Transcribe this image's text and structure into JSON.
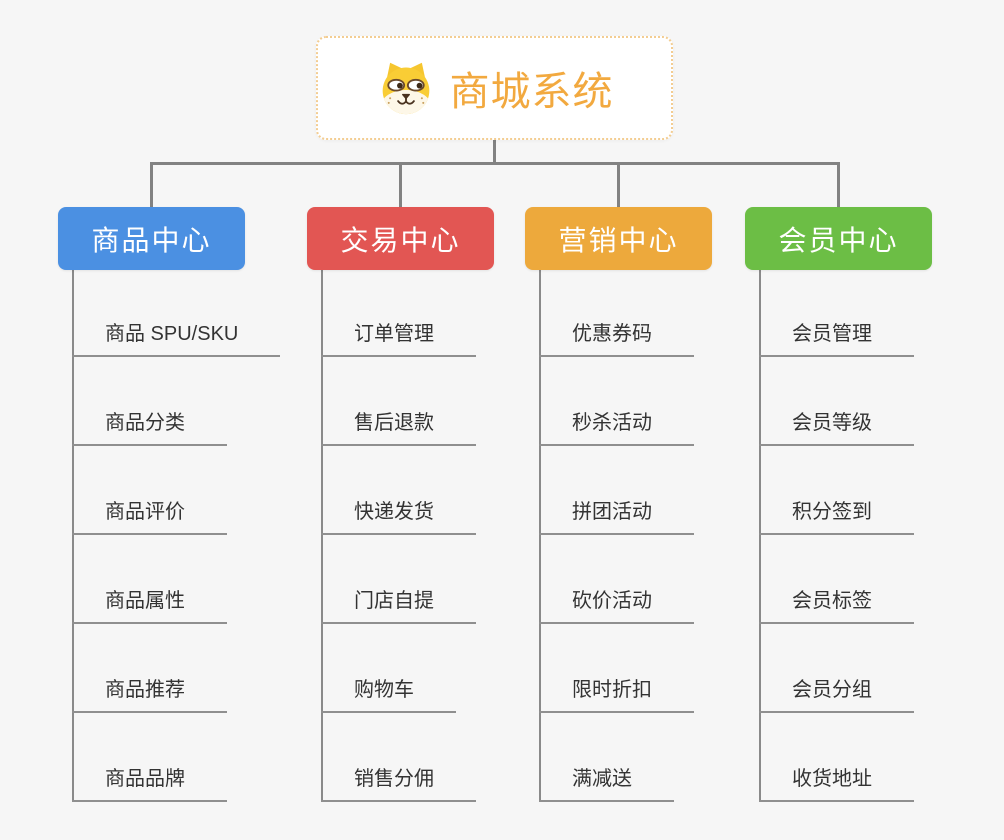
{
  "root": {
    "title": "商城系统",
    "icon": "dog-face-icon"
  },
  "branches": [
    {
      "label": "商品中心",
      "color": "#4b90e2",
      "items": [
        "商品 SPU/SKU",
        "商品分类",
        "商品评价",
        "商品属性",
        "商品推荐",
        "商品品牌"
      ]
    },
    {
      "label": "交易中心",
      "color": "#e25653",
      "items": [
        "订单管理",
        "售后退款",
        "快递发货",
        "门店自提",
        "购物车",
        "销售分佣"
      ]
    },
    {
      "label": "营销中心",
      "color": "#eda93c",
      "items": [
        "优惠券码",
        "秒杀活动",
        "拼团活动",
        "砍价活动",
        "限时折扣",
        "满减送"
      ]
    },
    {
      "label": "会员中心",
      "color": "#6cbe45",
      "items": [
        "会员管理",
        "会员等级",
        "积分签到",
        "会员标签",
        "会员分组",
        "收货地址"
      ]
    }
  ],
  "colors": {
    "root_title": "#f2a93f",
    "root_border": "#f3cd92",
    "connector": "#828282",
    "leaf_underline": "#8f8f8f",
    "leaf_text": "#333333",
    "background": "#f6f6f6"
  }
}
